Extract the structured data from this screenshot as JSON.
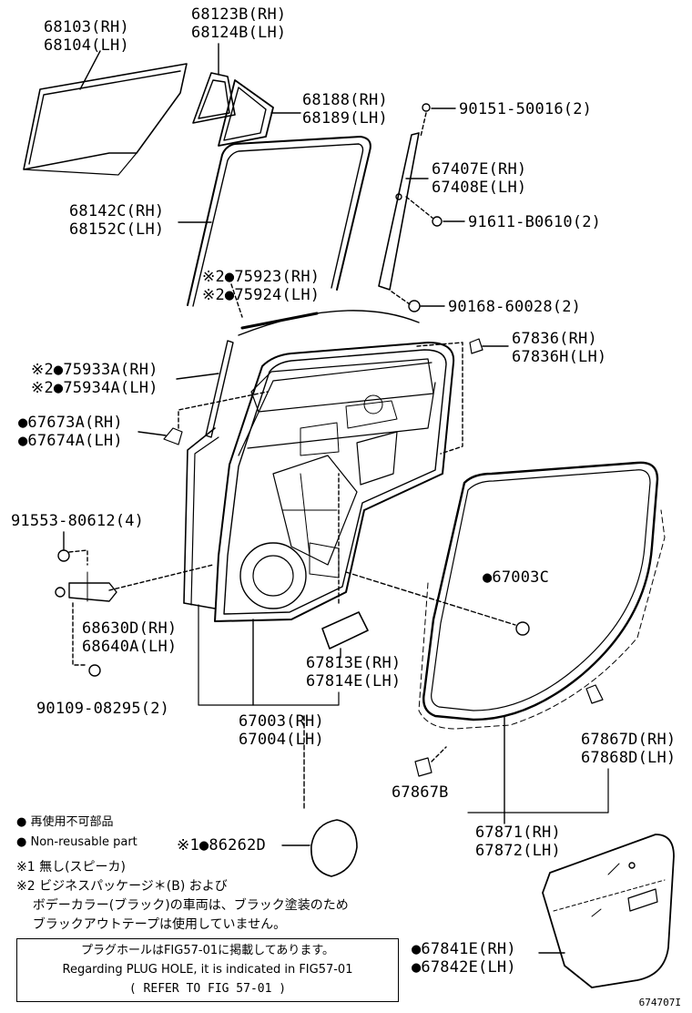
{
  "labels": [
    {
      "id": "68103",
      "lines": [
        "68103(RH)",
        "68104(LH)"
      ]
    },
    {
      "id": "68123B",
      "lines": [
        "68123B(RH)",
        "68124B(LH)"
      ]
    },
    {
      "id": "68188",
      "lines": [
        "68188(RH)",
        "68189(LH)"
      ]
    },
    {
      "id": "90151",
      "lines": [
        "90151-50016(2)"
      ]
    },
    {
      "id": "67407E",
      "lines": [
        "67407E(RH)",
        "67408E(LH)"
      ]
    },
    {
      "id": "68142C",
      "lines": [
        "68142C(RH)",
        "68152C(LH)"
      ]
    },
    {
      "id": "91611",
      "lines": [
        "91611-B0610(2)"
      ]
    },
    {
      "id": "75923",
      "lines": [
        "※2●75923(RH)",
        "※2●75924(LH)"
      ]
    },
    {
      "id": "90168",
      "lines": [
        "90168-60028(2)"
      ]
    },
    {
      "id": "67836",
      "lines": [
        "67836(RH)",
        "67836H(LH)"
      ]
    },
    {
      "id": "75933A",
      "lines": [
        "※2●75933A(RH)",
        "※2●75934A(LH)"
      ]
    },
    {
      "id": "67673A",
      "lines": [
        "●67673A(RH)",
        "●67674A(LH)"
      ]
    },
    {
      "id": "91553",
      "lines": [
        "91553-80612(4)"
      ]
    },
    {
      "id": "67003C",
      "lines": [
        "●67003C"
      ]
    },
    {
      "id": "68630D",
      "lines": [
        "68630D(RH)",
        "68640A(LH)"
      ]
    },
    {
      "id": "67813E",
      "lines": [
        "67813E(RH)",
        "67814E(LH)"
      ]
    },
    {
      "id": "90109",
      "lines": [
        "90109-08295(2)"
      ]
    },
    {
      "id": "67003",
      "lines": [
        "67003(RH)",
        "67004(LH)"
      ]
    },
    {
      "id": "67867D",
      "lines": [
        "67867D(RH)",
        "67868D(LH)"
      ]
    },
    {
      "id": "67867B",
      "lines": [
        "67867B"
      ]
    },
    {
      "id": "67871",
      "lines": [
        "67871(RH)",
        "67872(LH)"
      ]
    },
    {
      "id": "86262D",
      "lines": [
        "※1●86262D"
      ]
    },
    {
      "id": "67841E",
      "lines": [
        "●67841E(RH)",
        "●67842E(LH)"
      ]
    }
  ],
  "legend": {
    "jp": "● 再使用不可部品",
    "en": "● Non-reusable part"
  },
  "notes": [
    "※1 無し(スピーカ)",
    "※2 ビジネスパッケージ＊(B) および",
    "    ボデーカラー(ブラック)の車両は、ブラック塗装のため",
    "    ブラックアウトテープは使用していません。"
  ],
  "reference": {
    "line1": "プラグホールはFIG57-01に掲載してあります。",
    "line2": "Regarding PLUG HOLE, it is indicated in FIG57-01",
    "line3": "( REFER TO FIG 57-01 )"
  },
  "figure_id": "674707I"
}
